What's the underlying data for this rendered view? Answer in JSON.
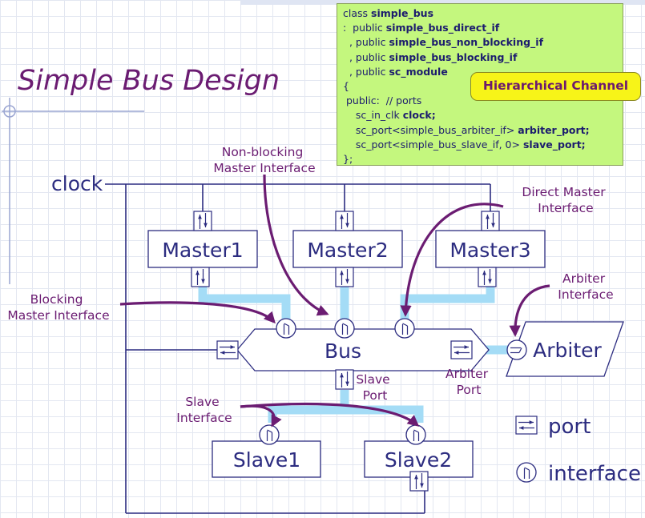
{
  "title": "Simple Bus Design",
  "code": {
    "lines": [
      [
        {
          "t": "class "
        },
        {
          "t": "simple_bus",
          "b": true
        }
      ],
      [
        {
          "t": ":  public "
        },
        {
          "t": "simple_bus_direct_if",
          "b": true
        }
      ],
      [
        {
          "t": "  , public "
        },
        {
          "t": "simple_bus_non_blocking_if",
          "b": true
        }
      ],
      [
        {
          "t": "  , public "
        },
        {
          "t": "simple_bus_blocking_if",
          "b": true
        }
      ],
      [
        {
          "t": "  , public "
        },
        {
          "t": "sc_module",
          "b": true
        }
      ],
      [
        {
          "t": "{"
        }
      ],
      [
        {
          "t": " public:  // ports"
        }
      ],
      [
        {
          "t": "    sc_in_clk "
        },
        {
          "t": "clock;",
          "b": true
        }
      ],
      [
        {
          "t": "    sc_port<simple_bus_arbiter_if> "
        },
        {
          "t": "arbiter_port;",
          "b": true
        }
      ],
      [
        {
          "t": "    sc_port<simple_bus_slave_if, 0> "
        },
        {
          "t": "slave_port;",
          "b": true
        }
      ],
      [
        {
          "t": "};"
        }
      ]
    ]
  },
  "badge": "Hierarchical Channel",
  "diagram": {
    "clock": "clock",
    "masters": [
      "Master1",
      "Master2",
      "Master3"
    ],
    "bus": "Bus",
    "arbiter": "Arbiter",
    "slaves": [
      "Slave1",
      "Slave2"
    ],
    "labels": {
      "non_blocking": [
        "Non-blocking",
        "Master Interface"
      ],
      "direct": [
        "Direct Master",
        "Interface"
      ],
      "blocking": [
        "Blocking",
        "Master Interface"
      ],
      "arbiter_if": [
        "Arbiter",
        "Interface"
      ],
      "slave_port": [
        "Slave",
        "Port"
      ],
      "arbiter_port": [
        "Arbiter",
        "Port"
      ],
      "slave_if": [
        "Slave",
        "Interface"
      ]
    }
  },
  "legend": {
    "port": "port",
    "interface": "interface"
  },
  "colors": {
    "title": "#6b1c72",
    "annotation": "#6b1c72",
    "block_text": "#2c2c80",
    "wire": "#2c2c80",
    "connection": "#a4dcf6",
    "code_bg": "#c4f77e",
    "badge_bg": "#f7f418"
  }
}
